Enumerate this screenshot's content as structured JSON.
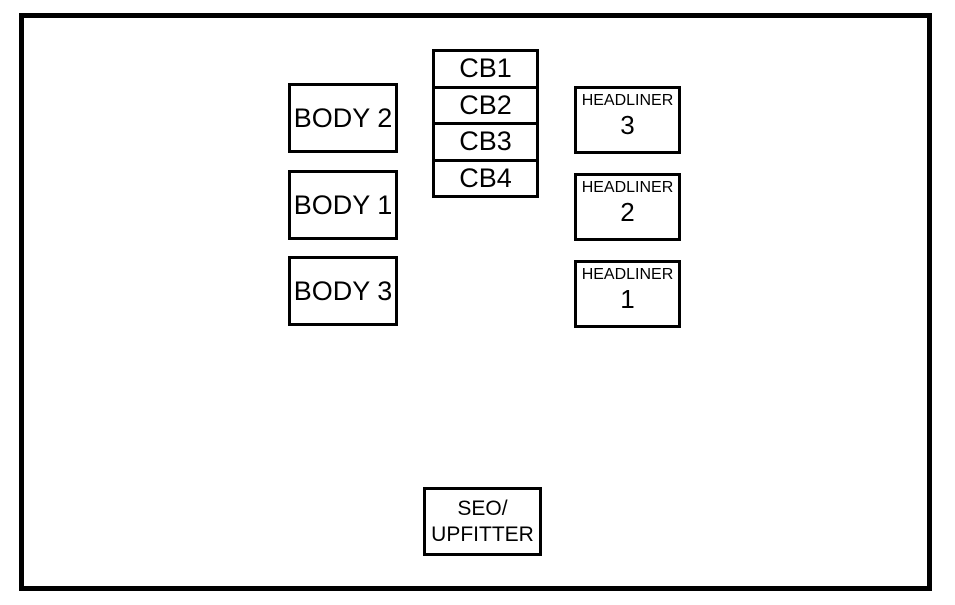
{
  "diagram": {
    "kind": "fuse-block-diagram",
    "colors": {
      "line": "#000000",
      "background": "#ffffff"
    },
    "cb_stack": {
      "rows": [
        {
          "label": "CB1"
        },
        {
          "label": "CB2"
        },
        {
          "label": "CB3"
        },
        {
          "label": "CB4"
        }
      ]
    },
    "body_boxes": [
      {
        "label": "BODY 2"
      },
      {
        "label": "BODY 1"
      },
      {
        "label": "BODY 3"
      }
    ],
    "headliner_boxes": [
      {
        "title": "HEADLINER",
        "number": "3"
      },
      {
        "title": "HEADLINER",
        "number": "2"
      },
      {
        "title": "HEADLINER",
        "number": "1"
      }
    ],
    "seo_box": {
      "line1": "SEO/",
      "line2": "UPFITTER"
    }
  }
}
